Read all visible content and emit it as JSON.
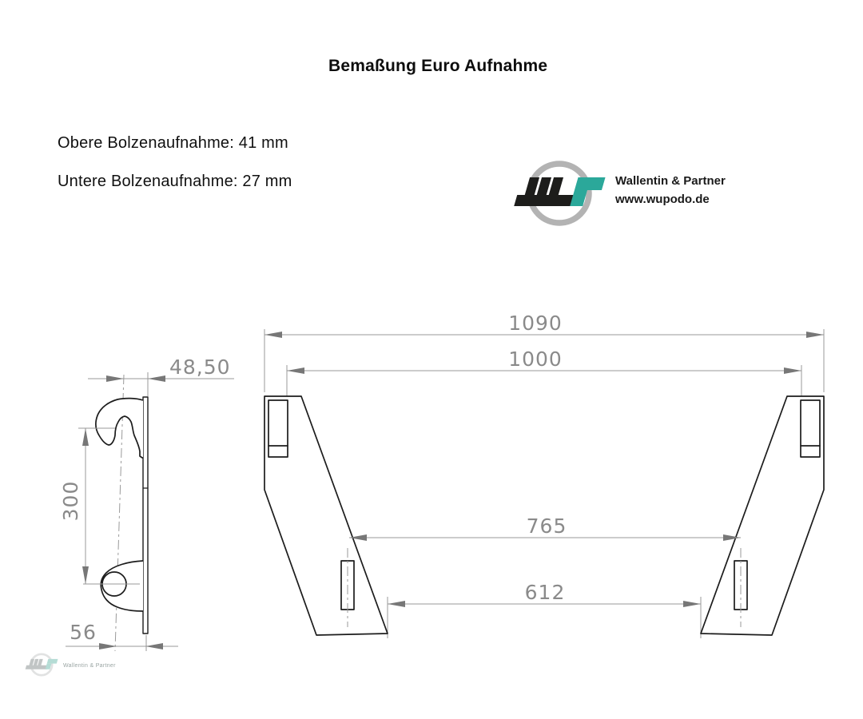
{
  "title": "Bemaßung Euro Aufnahme",
  "specs": {
    "upper": "Obere Bolzenaufnahme: 41 mm",
    "lower": "Untere Bolzenaufnahme: 27 mm"
  },
  "brand": {
    "name": "Wallentin & Partner",
    "url": "www.wupodo.de",
    "teal_color": "#2BA89A",
    "black_color": "#1D1D1B",
    "ring_color": "#B3B3B3"
  },
  "watermark": {
    "name": "Wallentin & Partner"
  },
  "drawing": {
    "front_view": {
      "overall_width": "1090",
      "frame_inner_width": "1000",
      "pin_center_distance": "765",
      "bottom_inner_width": "612"
    },
    "side_view": {
      "hook_center_offset": "48,50",
      "hook_to_pin_height": "300",
      "pin_center_offset": "56"
    }
  },
  "colors": {
    "line": "#1c1c1c",
    "dimension": "#8a8a8a"
  }
}
